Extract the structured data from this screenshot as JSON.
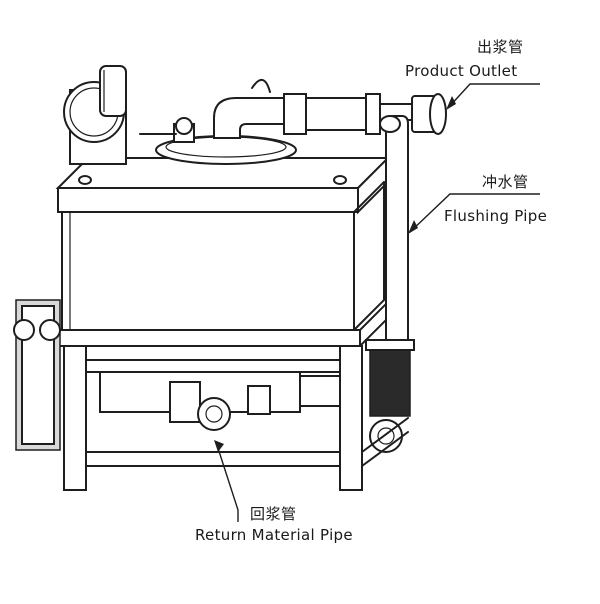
{
  "labels": {
    "product_outlet": {
      "cn": "出浆管",
      "en": "Product Outlet"
    },
    "flushing_pipe": {
      "cn": "冲水管",
      "en": "Flushing Pipe"
    },
    "return_material_pipe": {
      "cn": "回浆管",
      "en": "Return Material Pipe"
    }
  },
  "colors": {
    "line": "#1e1e1e",
    "background": "#ffffff"
  }
}
